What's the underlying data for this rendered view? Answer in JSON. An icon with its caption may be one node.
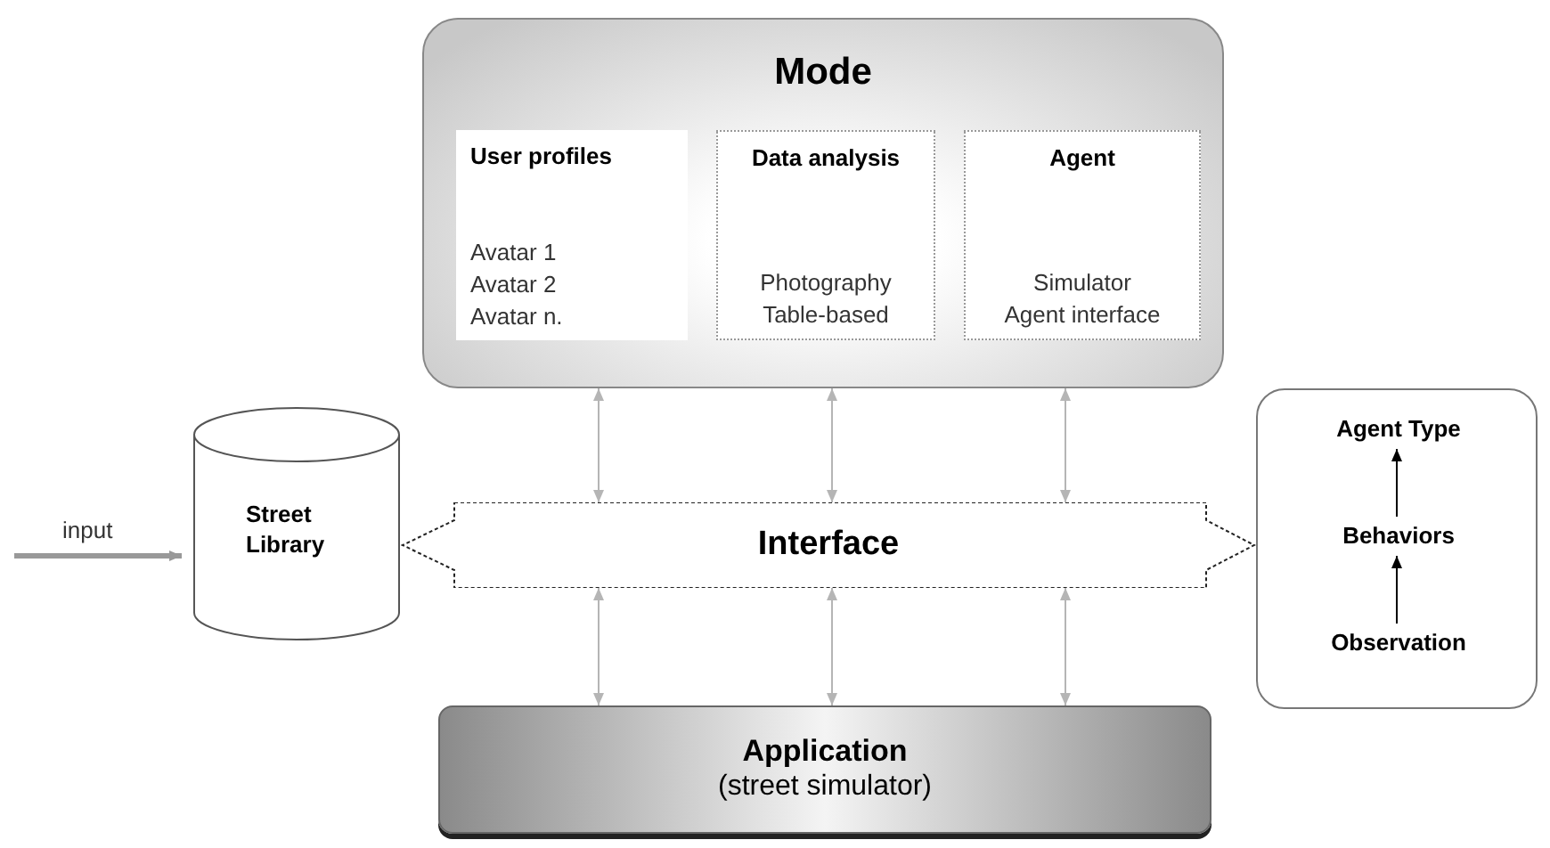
{
  "diagram": {
    "nodes": [
      {
        "text": [
          "Mode"
        ]
      },
      {
        "text": [
          "User profiles",
          "Avatar 1",
          "Avatar 2",
          "Avatar n."
        ],
        "in": 0
      },
      {
        "text": [
          "Data analysis",
          "Photography",
          "Table-based"
        ],
        "in": 0
      },
      {
        "text": [
          "Agent",
          "Simulator",
          "Agent interface"
        ],
        "in": 0
      },
      {
        "text": [
          "Street Library"
        ]
      },
      {
        "text": [
          "Interface"
        ]
      },
      {
        "text": [],
        "shape": "box"
      },
      {
        "text": [
          "Agent Type"
        ],
        "in": 6
      },
      {
        "text": [
          "Behaviors"
        ],
        "in": 6
      },
      {
        "text": [
          "Observation"
        ],
        "in": 6
      },
      {
        "text": [
          "Application",
          "(street simulator)"
        ]
      }
    ],
    "edges": [
      {
        "from": 5,
        "to": 0,
        "arrow": "both"
      },
      {
        "from": 5,
        "to": 0,
        "arrow": "both"
      },
      {
        "from": 5,
        "to": 0,
        "arrow": "both"
      },
      {
        "from": 5,
        "to": 10,
        "arrow": "both"
      },
      {
        "from": 5,
        "to": 10,
        "arrow": "both"
      },
      {
        "from": 5,
        "to": 10,
        "arrow": "both"
      },
      {
        "from": null,
        "to": 4,
        "arrow": "to",
        "label": "input",
        "style": "thick",
        "color": "#999999"
      },
      {
        "from": 9,
        "to": 8,
        "arrow": "to",
        "color": "#000000"
      },
      {
        "from": 8,
        "to": 7,
        "arrow": "to",
        "color": "#000000"
      }
    ]
  }
}
